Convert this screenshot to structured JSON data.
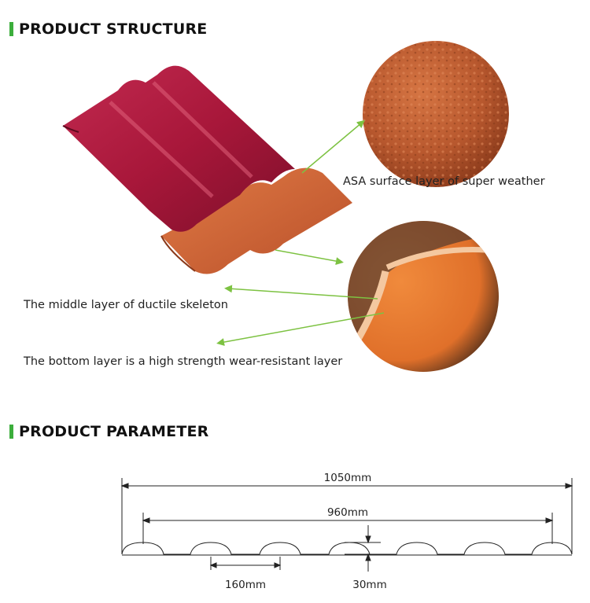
{
  "structure": {
    "title": "PRODUCT STRUCTURE",
    "labels": {
      "surface": "ASA surface layer of super weather",
      "middle": "The middle layer of ductile skeleton",
      "bottom": "The bottom layer is a high strength wear-resistant layer"
    }
  },
  "parameter": {
    "title": "PRODUCT PARAMETER",
    "dimensions": {
      "total_width": "1050mm",
      "effective_width": "960mm",
      "wave_pitch": "160mm",
      "wave_height": "30mm"
    }
  },
  "colors": {
    "accent_bar": "#3cae3c",
    "arrow": "#7dc242",
    "tile_red": "#b21f42",
    "tile_orange": "#d96a35"
  }
}
